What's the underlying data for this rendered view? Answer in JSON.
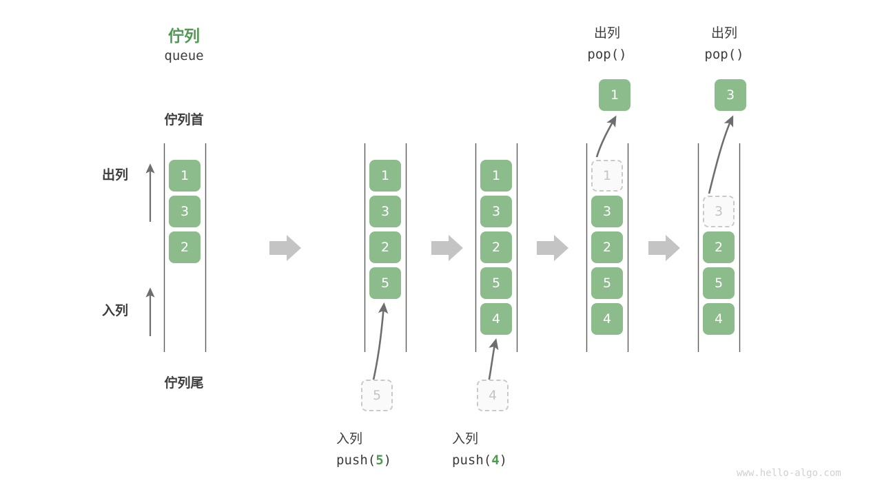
{
  "diagram": {
    "title_cn": "佇列",
    "title_en": "queue",
    "head_label": "佇列首",
    "tail_label": "佇列尾",
    "dequeue_label": "出列",
    "enqueue_label": "入列",
    "watermark": "www.hello-algo.com",
    "colors": {
      "cell_fill": "#8cbc8c",
      "cell_text": "#ffffff",
      "accent_green": "#4e9a51",
      "ghost_border": "#c9c9c9",
      "ghost_text": "#c4c4c4",
      "rail": "#5a5a5a",
      "arrow_gray": "#6e6e6e",
      "block_arrow": "#c4c4c4",
      "watermark": "#d0d0d0"
    }
  },
  "steps": [
    {
      "id": "initial",
      "cells": [
        {
          "value": "1",
          "state": "filled"
        },
        {
          "value": "3",
          "state": "filled"
        },
        {
          "value": "2",
          "state": "filled"
        }
      ]
    },
    {
      "id": "after-push-5",
      "cells": [
        {
          "value": "1",
          "state": "filled"
        },
        {
          "value": "3",
          "state": "filled"
        },
        {
          "value": "2",
          "state": "filled"
        },
        {
          "value": "5",
          "state": "filled"
        }
      ],
      "incoming": {
        "value": "5",
        "state": "ghost"
      },
      "caption_cn": "入列",
      "caption_code_prefix": "push(",
      "caption_code_num": "5",
      "caption_code_suffix": ")"
    },
    {
      "id": "after-push-4",
      "cells": [
        {
          "value": "1",
          "state": "filled"
        },
        {
          "value": "3",
          "state": "filled"
        },
        {
          "value": "2",
          "state": "filled"
        },
        {
          "value": "5",
          "state": "filled"
        },
        {
          "value": "4",
          "state": "filled"
        }
      ],
      "incoming": {
        "value": "4",
        "state": "ghost"
      },
      "caption_cn": "入列",
      "caption_code_prefix": "push(",
      "caption_code_num": "4",
      "caption_code_suffix": ")"
    },
    {
      "id": "after-pop-1",
      "cells": [
        {
          "value": "1",
          "state": "ghost"
        },
        {
          "value": "3",
          "state": "filled"
        },
        {
          "value": "2",
          "state": "filled"
        },
        {
          "value": "5",
          "state": "filled"
        },
        {
          "value": "4",
          "state": "filled"
        }
      ],
      "outgoing": {
        "value": "1",
        "state": "filled"
      },
      "header_cn": "出列",
      "header_code": "pop()"
    },
    {
      "id": "after-pop-3",
      "cells": [
        {
          "value": "",
          "state": "empty"
        },
        {
          "value": "3",
          "state": "ghost"
        },
        {
          "value": "2",
          "state": "filled"
        },
        {
          "value": "5",
          "state": "filled"
        },
        {
          "value": "4",
          "state": "filled"
        }
      ],
      "outgoing": {
        "value": "3",
        "state": "filled"
      },
      "header_cn": "出列",
      "header_code": "pop()"
    }
  ]
}
